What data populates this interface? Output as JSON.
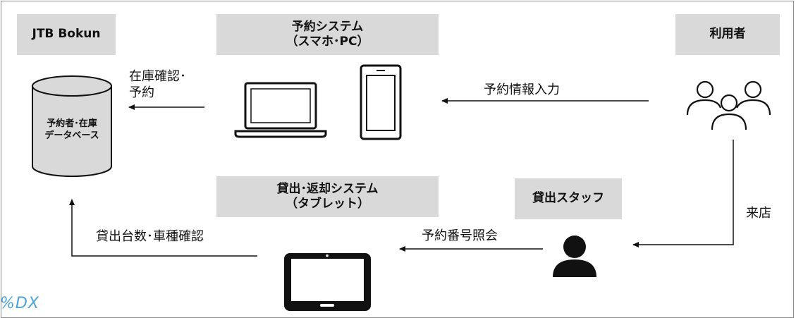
{
  "headers": {
    "bokun": "JTB Bokun",
    "reservation_system_line1": "予約システム",
    "reservation_system_line2": "（スマホ･PC）",
    "user": "利用者",
    "rental_system_line1": "貸出･返却システム",
    "rental_system_line2": "（タブレット）",
    "staff": "貸出スタッフ"
  },
  "database": {
    "line1": "予約者･在庫",
    "line2": "データベース"
  },
  "arrows": {
    "inventory_check_line1": "在庫確認･",
    "inventory_check_line2": "予約",
    "reservation_input": "予約情報入力",
    "visit": "来店",
    "reservation_number_lookup": "予約番号照会",
    "rental_count_check": "貸出台数･車種確認"
  },
  "logo_text": "%DX",
  "colors": {
    "header_bg": "#d9d9d9",
    "line": "#111111",
    "db_fill": "#d9d9d9",
    "logo": "#4aa3d8"
  }
}
